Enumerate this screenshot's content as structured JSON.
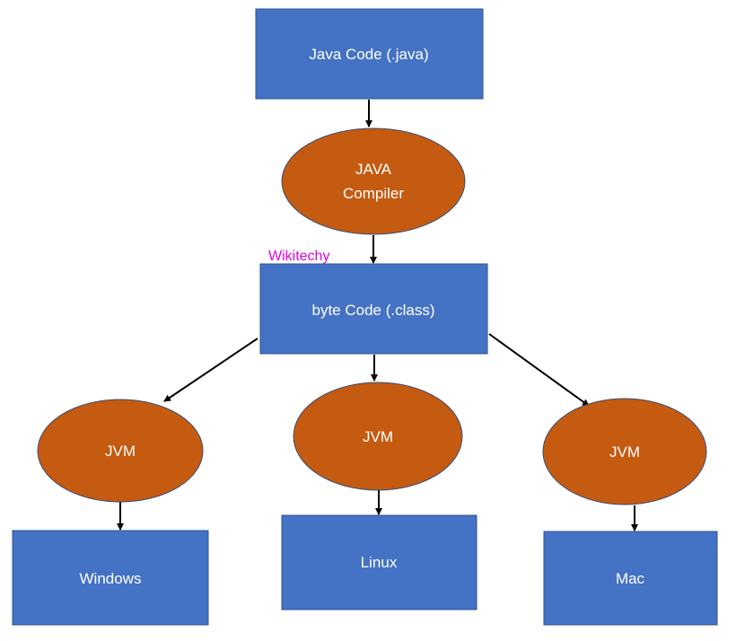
{
  "diagram": {
    "nodes": {
      "java_code": {
        "label": "Java Code (.java)"
      },
      "compiler": {
        "lines": [
          "JAVA",
          "Compiler"
        ]
      },
      "byte_code": {
        "label": "byte Code (.class)"
      },
      "jvm_windows": {
        "label": "JVM"
      },
      "jvm_linux": {
        "label": "JVM"
      },
      "jvm_mac": {
        "label": "JVM"
      },
      "windows": {
        "label": "Windows"
      },
      "linux": {
        "label": "Linux"
      },
      "mac": {
        "label": "Mac"
      }
    },
    "watermark": "Wikitechy"
  },
  "colors": {
    "box_fill": "#4472C4",
    "box_stroke": "#2F528F",
    "ellipse_fill": "#C55A11",
    "ellipse_stroke": "#3A4F73",
    "arrow": "#000000",
    "watermark": "#E600E6"
  }
}
